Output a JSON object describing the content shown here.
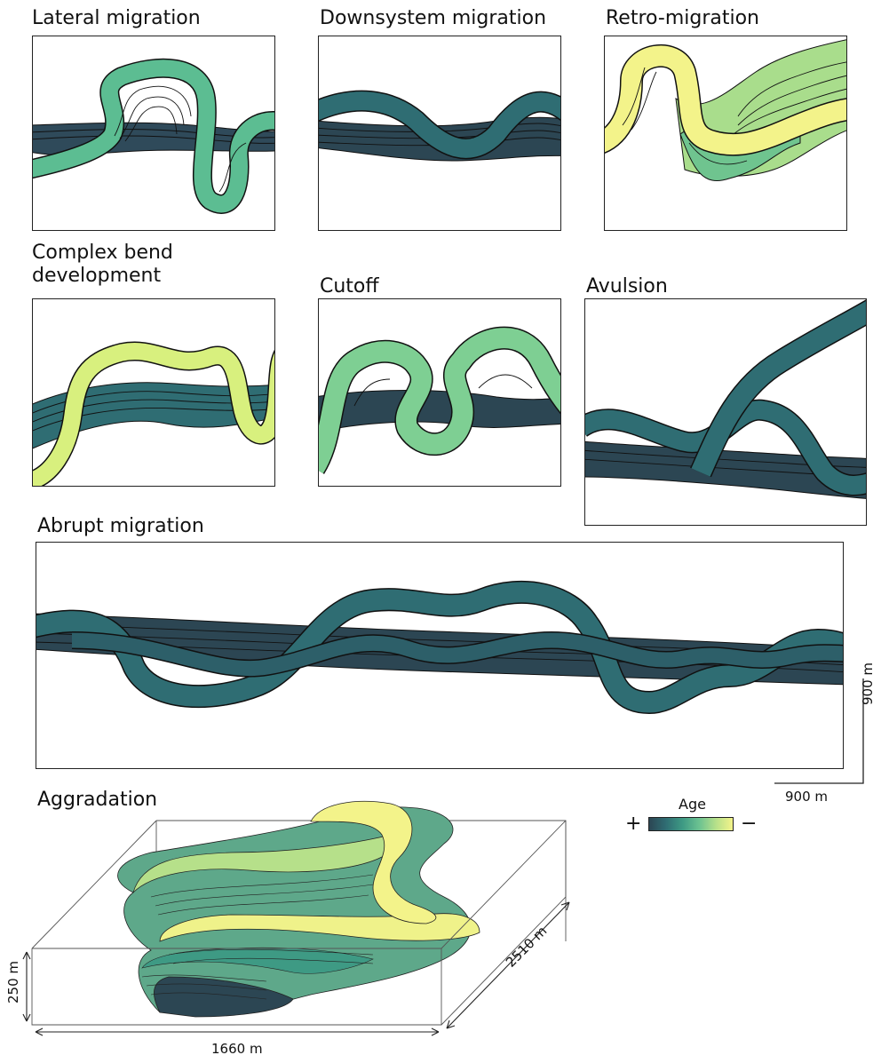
{
  "panels": {
    "lateral": "Lateral migration",
    "downsystem": "Downsystem migration",
    "retro": "Retro-migration",
    "complex": "Complex bend\ndevelopment",
    "cutoff": "Cutoff",
    "avulsion": "Avulsion",
    "abrupt": "Abrupt migration",
    "aggradation": "Aggradation"
  },
  "scale": {
    "vertical": "900 m",
    "horizontal": "900 m"
  },
  "block": {
    "width": "1660 m",
    "depth": "2510 m",
    "height": "250 m"
  },
  "legend": {
    "title": "Age",
    "plus": "+",
    "minus": "−",
    "colors": [
      "#2c4653",
      "#2f6d73",
      "#3e9a84",
      "#6cc291",
      "#b6e08a",
      "#f3f38a"
    ]
  }
}
